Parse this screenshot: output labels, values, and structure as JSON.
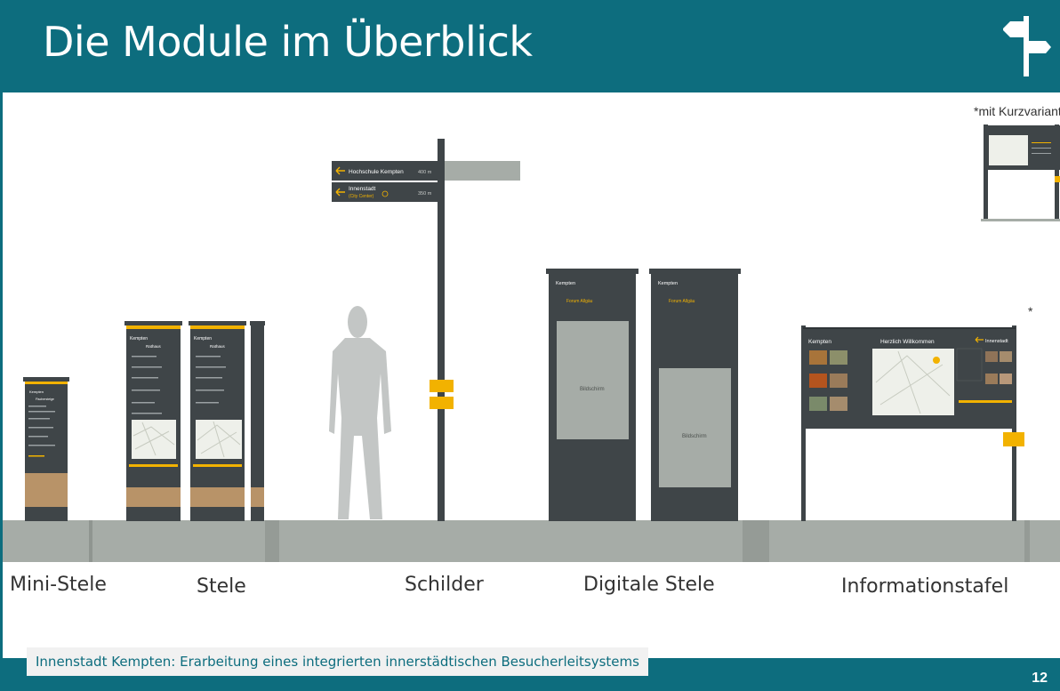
{
  "slide": {
    "title": "Die Module im Überblick",
    "short_variant_note": "*mit Kurzvariante",
    "asterisk": "*",
    "footer_text": "Innenstadt Kempten: Erarbeitung eines integrierten innerstädtischen Besucherleitsystems",
    "page_number": "12"
  },
  "modules": [
    {
      "label": "Mini-Stele"
    },
    {
      "label": "Stele"
    },
    {
      "label": "Schilder"
    },
    {
      "label": "Digitale Stele"
    },
    {
      "label": "Informationstafel"
    }
  ],
  "signs": {
    "sign1_text": "Hochschule Kempten",
    "sign1_distance": "400 m",
    "sign2_text": "Innenstadt",
    "sign2_sub": "(City Center)",
    "sign2_distance": "350 m"
  },
  "stele": {
    "brand": "Kempten",
    "heading": "Rathaus",
    "mini_heading": "Fischersteige"
  },
  "digital": {
    "brand": "Kempten",
    "place": "Forum Allgäu",
    "screen_label": "Bildschirm"
  },
  "infoboard": {
    "brand": "Kempten",
    "welcome": "Herzlich Willkommen",
    "direction": "Innenstadt"
  },
  "colors": {
    "header": "#0d6d7e",
    "panel": "#3f4548",
    "accent": "#f2b200",
    "ground": "#a6aca7",
    "wood": "#b89368"
  }
}
